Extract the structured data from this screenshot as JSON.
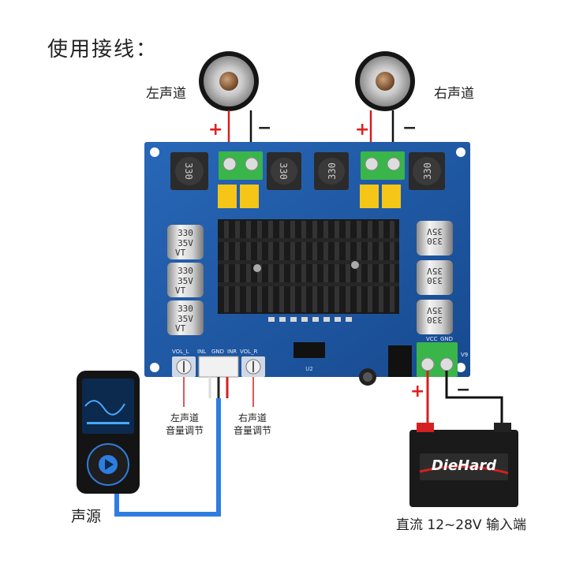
{
  "title": "使用接线：",
  "speakers": {
    "left_label": "左声道",
    "right_label": "右声道",
    "plus": "+",
    "minus": "−"
  },
  "board": {
    "cap_value": "330",
    "cap_voltage": "35V",
    "cap_vt": "VT",
    "inductor": "330",
    "vol_l": "VOL_L",
    "vol_r": "VOL_R",
    "inl": "INL",
    "gnd": "GND",
    "inr": "INR",
    "vcc": "VCC",
    "vcc_gnd": "GND",
    "v9": "V9",
    "u2": "U2"
  },
  "annotations": {
    "left_vol_line1": "左声道",
    "left_vol_line2": "音量调节",
    "right_vol_line1": "右声道",
    "right_vol_line2": "音量调节",
    "source": "声源",
    "power": "直流 12~28V 输入端",
    "power_plus": "+",
    "power_minus": "−"
  },
  "battery": {
    "brand": "DieHard"
  },
  "colors": {
    "board": "#1f5aa6",
    "heatsink": "#1a1a1a",
    "terminal": "#39b54a",
    "cap_yellow": "#f5c518",
    "audio_cable": "#2f7de0",
    "wire_red": "#d42020",
    "wire_black": "#111111"
  }
}
